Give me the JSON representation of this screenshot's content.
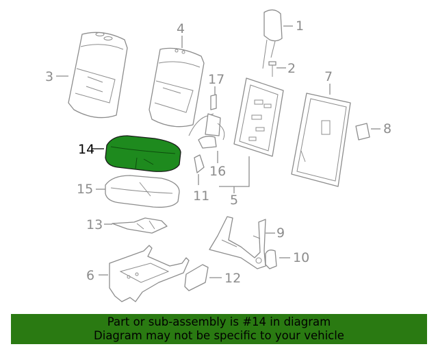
{
  "diagram": {
    "highlighted_part": "14",
    "callouts": [
      "1",
      "2",
      "3",
      "4",
      "5",
      "6",
      "7",
      "8",
      "9",
      "10",
      "11",
      "12",
      "13",
      "14",
      "15",
      "16",
      "17"
    ]
  },
  "banner": {
    "line1": "Part or sub-assembly is #14 in diagram",
    "line2": "Diagram may not be specific to your vehicle"
  },
  "colors": {
    "highlight": "#1e8a1e",
    "banner": "#2a7a12",
    "lines": "#8c8c8c"
  }
}
